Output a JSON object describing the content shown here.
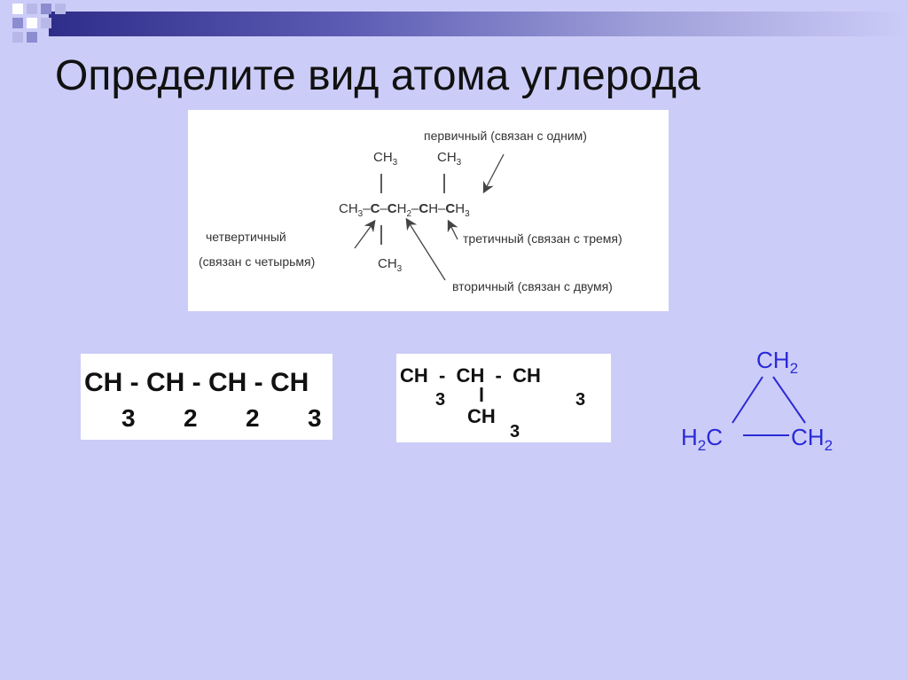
{
  "title": "Определите вид атома углерода",
  "diagram": {
    "formula": {
      "ch3_top1": "CH",
      "ch3_top1_sub": "3",
      "ch3_top2": "CH",
      "ch3_top2_sub": "3",
      "main_left": "CH",
      "main_left_sub": "3",
      "c_quat": "C",
      "c_sec": "CH",
      "c_sec_sub": "2",
      "c_tert": "CH",
      "c_prim": "CH",
      "c_prim_sub": "3",
      "ch3_bottom": "CH",
      "ch3_bottom_sub": "3"
    },
    "labels": {
      "primary": "первичный (связан с одним)",
      "quaternary_1": "четвертичный",
      "quaternary_2": "(связан с четырьмя)",
      "tertiary": "третичный (связан с тремя)",
      "secondary": "вторичный (связан с двумя)"
    }
  },
  "butane": {
    "top": "CH - CH - CH - CH",
    "subs": [
      "3",
      "2",
      "2",
      "3"
    ]
  },
  "isobutane": {
    "top": "CH  -  CH  -  CH",
    "subs": [
      "3",
      "3"
    ],
    "branch": "CH",
    "branch_sub": "3"
  },
  "cyclopropane": {
    "top": "CH",
    "top_sub": "2",
    "left": "H",
    "left_sub": "2",
    "left_tail": "C",
    "right": "CH",
    "right_sub": "2",
    "color": "#2a2ad6"
  }
}
